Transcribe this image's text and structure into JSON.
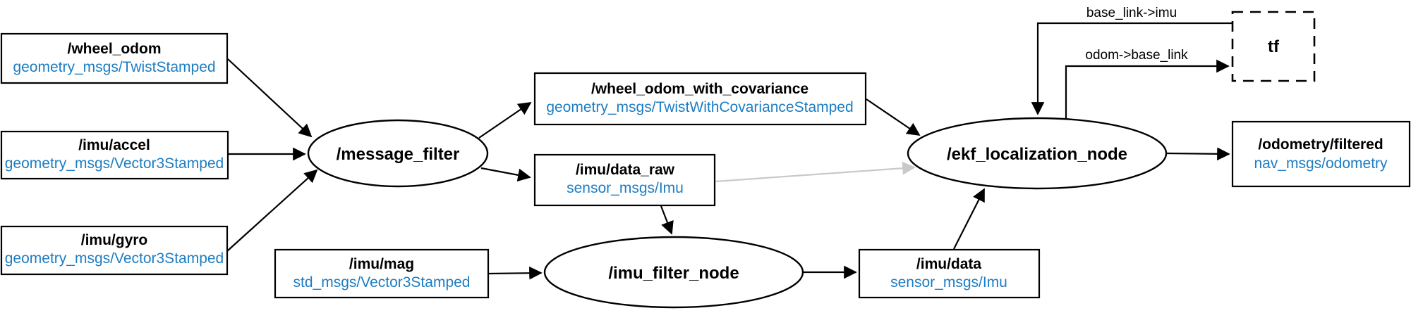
{
  "diagram": {
    "colors": {
      "background": "#ffffff",
      "node_stroke": "#000000",
      "edge": "#000000",
      "inactive_edge": "#c9c9c9",
      "topic_type_text": "#1d7dc2"
    },
    "topic_boxes": [
      {
        "id": "wheel_odom",
        "name": "/wheel_odom",
        "type": "geometry_msgs/TwistStamped"
      },
      {
        "id": "imu_accel",
        "name": "/imu/accel",
        "type": "geometry_msgs/Vector3Stamped"
      },
      {
        "id": "imu_gyro",
        "name": "/imu/gyro",
        "type": "geometry_msgs/Vector3Stamped"
      },
      {
        "id": "wheel_odom_with_covariance",
        "name": "/wheel_odom_with_covariance",
        "type": "geometry_msgs/TwistWithCovarianceStamped"
      },
      {
        "id": "imu_data_raw",
        "name": "/imu/data_raw",
        "type": "sensor_msgs/Imu"
      },
      {
        "id": "imu_mag",
        "name": "/imu/mag",
        "type": "std_msgs/Vector3Stamped"
      },
      {
        "id": "imu_data",
        "name": "/imu/data",
        "type": "sensor_msgs/Imu"
      },
      {
        "id": "odometry_filtered",
        "name": "/odometry/filtered",
        "type": "nav_msgs/odometry"
      }
    ],
    "nodes": [
      {
        "id": "message_filter",
        "label": "/message_filter"
      },
      {
        "id": "imu_filter_node",
        "label": "/imu_filter_node"
      },
      {
        "id": "ekf_localization_node",
        "label": "/ekf_localization_node"
      }
    ],
    "tf_box": {
      "label": "tf"
    },
    "edge_labels": [
      {
        "id": "base_link_imu",
        "text": "base_link->imu"
      },
      {
        "id": "odom_base_link",
        "text": "odom->base_link"
      }
    ]
  }
}
